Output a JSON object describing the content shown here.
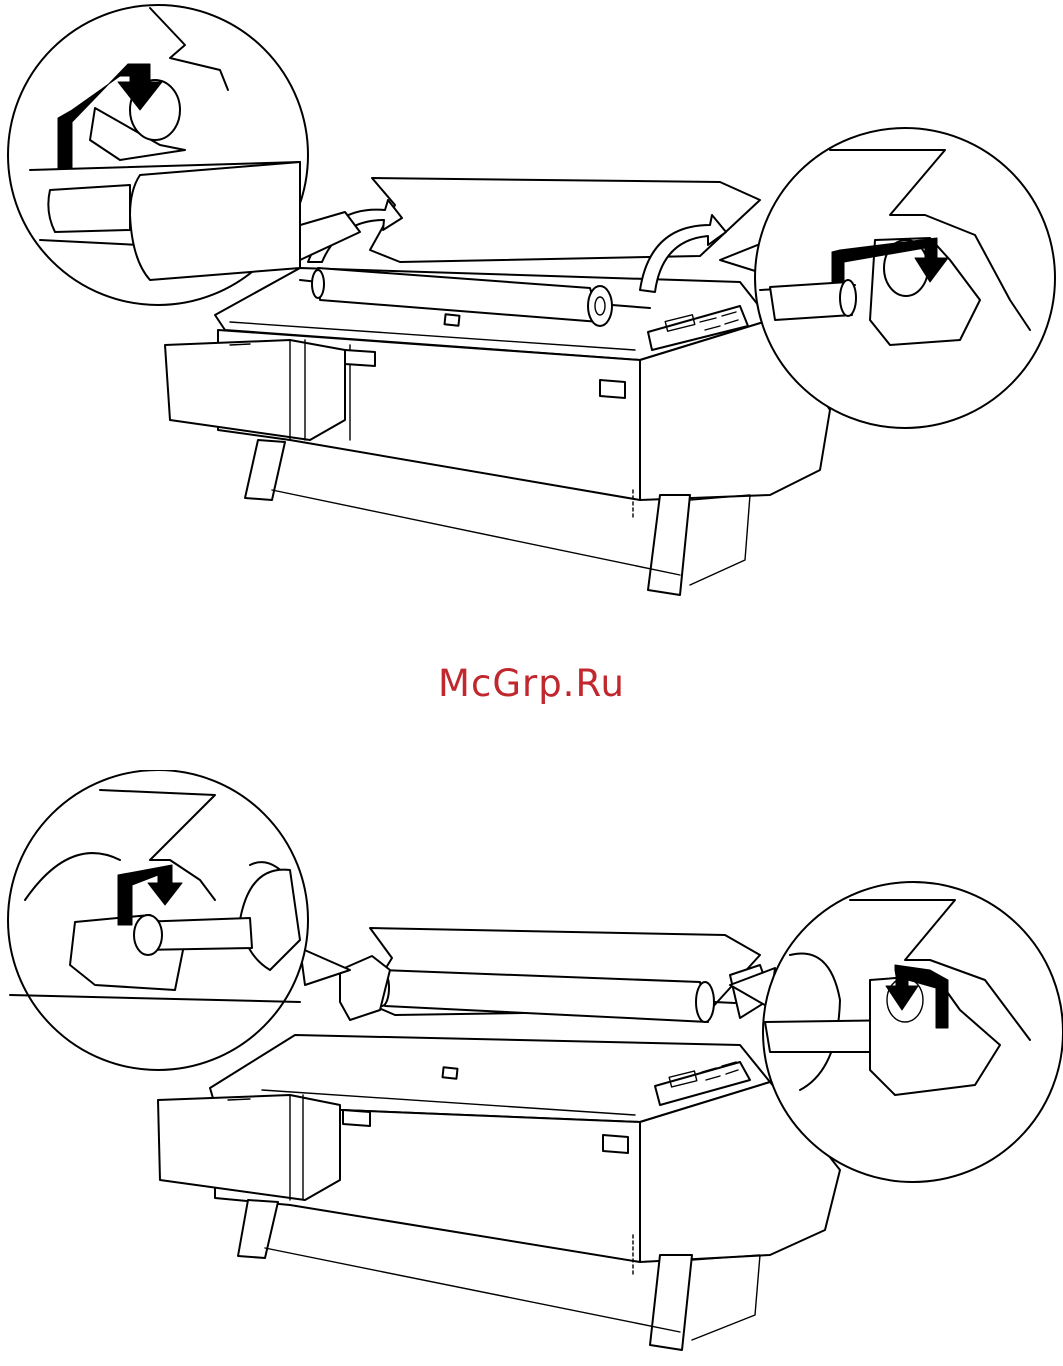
{
  "watermark": {
    "text": "McGrp.Ru",
    "color": "#c0282e"
  },
  "figures": [
    {
      "name": "top",
      "subject": "printer-roll-paper-spindle-removal",
      "icons": [
        "printer-illustration",
        "left-spindle-holder-zoom",
        "right-spindle-holder-zoom",
        "down-arrow-icon",
        "curved-arrow-icon"
      ]
    },
    {
      "name": "bottom",
      "subject": "printer-roll-paper-spindle-installed",
      "icons": [
        "printer-illustration",
        "left-spindle-holder-zoom",
        "right-spindle-holder-zoom",
        "down-arrow-icon"
      ]
    }
  ]
}
